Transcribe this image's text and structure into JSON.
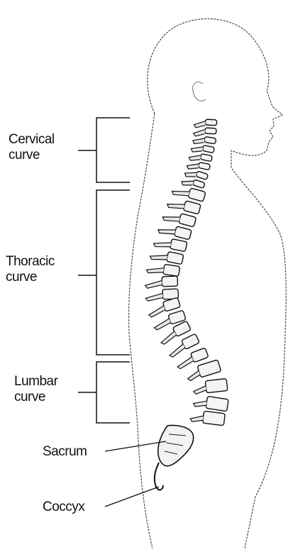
{
  "labels": {
    "cervical": {
      "line1": "Cervical",
      "line2": "curve"
    },
    "thoracic": {
      "line1": "Thoracic",
      "line2": "curve"
    },
    "lumbar": {
      "line1": "Lumbar",
      "line2": "curve"
    },
    "sacrum": "Sacrum",
    "coccyx": "Coccyx"
  },
  "colors": {
    "outline": "#4a4a4a",
    "ink": "#111111",
    "background": "#ffffff"
  }
}
